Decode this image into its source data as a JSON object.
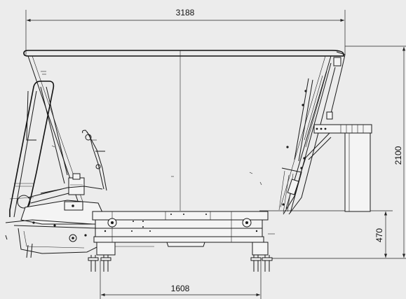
{
  "colors": {
    "background": "#ececec",
    "line": "#1a1a1a"
  },
  "dimensions": {
    "overall_length": "3188",
    "overall_height": "2100",
    "base_height": "470",
    "leg_spacing": "1608"
  }
}
